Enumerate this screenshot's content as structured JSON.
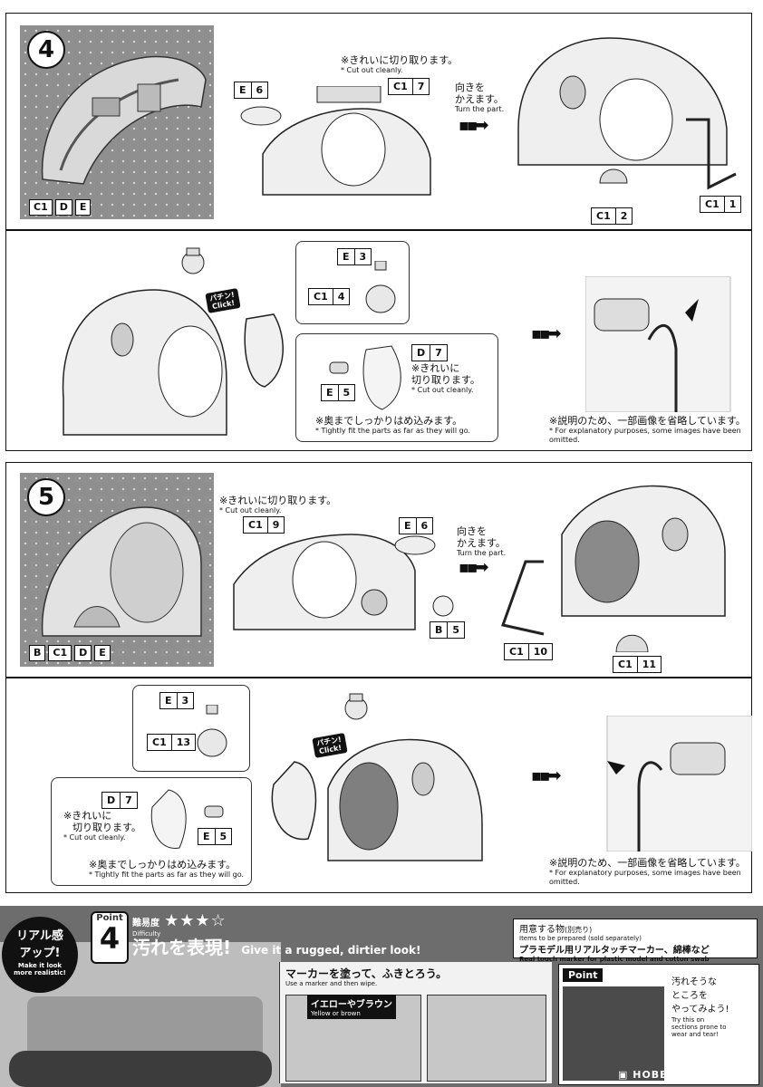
{
  "step4": {
    "number": "4",
    "top_photo_parts": [
      "C1",
      "D",
      "E"
    ],
    "tag_e6": [
      "E",
      "6"
    ],
    "tag_c17": [
      "C1",
      "7"
    ],
    "cut_jp": "※きれいに切り取ります。",
    "cut_en": "* Cut out cleanly.",
    "turn_jp_1": "向きを",
    "turn_jp_2": "かえます。",
    "turn_en": "Turn the part.",
    "tag_c12": [
      "C1",
      "2"
    ],
    "tag_c11": [
      "C1",
      "1"
    ],
    "tag_e3": [
      "E",
      "3"
    ],
    "tag_c14": [
      "C1",
      "4"
    ],
    "tag_d7": [
      "D",
      "7"
    ],
    "cut2_jp_1": "※きれいに",
    "cut2_jp_2": "切り取ります。",
    "cut2_en": "* Cut out cleanly.",
    "tag_e5": [
      "E",
      "5"
    ],
    "fit_jp": "※奥までしっかりはめ込みます。",
    "fit_en": "* Tightly fit the parts as far as they will go.",
    "click_jp": "パチン!",
    "click_en": "Click!",
    "note_jp": "※説明のため、一部画像を省略しています。",
    "note_en": "* For explanatory purposes, some images have been omitted."
  },
  "step5": {
    "number": "5",
    "top_photo_parts": [
      "B",
      "C1",
      "D",
      "E"
    ],
    "cut_jp": "※きれいに切り取ります。",
    "cut_en": "* Cut out cleanly.",
    "tag_c19": [
      "C1",
      "9"
    ],
    "tag_e6": [
      "E",
      "6"
    ],
    "tag_b5": [
      "B",
      "5"
    ],
    "turn_jp_1": "向きを",
    "turn_jp_2": "かえます。",
    "turn_en": "Turn the part.",
    "tag_c110": [
      "C1",
      "10"
    ],
    "tag_c111": [
      "C1",
      "11"
    ],
    "tag_e3": [
      "E",
      "3"
    ],
    "tag_c113": [
      "C1",
      "13"
    ],
    "tag_d7": [
      "D",
      "7"
    ],
    "cut2_jp_1": "※きれいに",
    "cut2_jp_2": "切り取ります。",
    "cut2_en": "* Cut out cleanly.",
    "tag_e5": [
      "E",
      "5"
    ],
    "fit_jp": "※奥までしっかりはめ込みます。",
    "fit_en": "* Tightly fit the parts as far as they will go.",
    "click_jp": "パチン!",
    "click_en": "Click!",
    "note_jp": "※説明のため、一部画像を省略しています。",
    "note_en": "* For explanatory purposes, some images have been omitted."
  },
  "point": {
    "badge_jp_1": "リアル感",
    "badge_jp_2": "アップ!",
    "badge_en_1": "Make it look",
    "badge_en_2": "more realistic!",
    "point_label": "Point",
    "point_number": "4",
    "difficulty_jp": "難易度",
    "difficulty_en": "Difficulty",
    "stars": "★★★☆",
    "title_jp": "汚れを表現!",
    "title_en": "Give it a rugged, dirtier look!",
    "prepare_jp": "用意する物",
    "prepare_jp_sub": "(別売り)",
    "prepare_en": "Items to be prepared (sold separately)",
    "prepare_items_jp": "プラモデル用リアルタッチマーカー、綿棒など",
    "prepare_items_en": "Real touch marker for plastic model and cotton swab",
    "marker_jp": "マーカーを塗って、ふきとろう。",
    "marker_en": "Use a marker and then wipe.",
    "color_jp": "イエローやブラウン",
    "color_en": "Yellow or brown",
    "point_tab": "Point",
    "tip_jp_1": "汚れそうな",
    "tip_jp_2": "ところを",
    "tip_jp_3": "やってみよう!",
    "tip_en_1": "Try this on",
    "tip_en_2": "sections prone to",
    "tip_en_3": "wear and tear!",
    "watermark": "HOBBY SEARCH"
  }
}
